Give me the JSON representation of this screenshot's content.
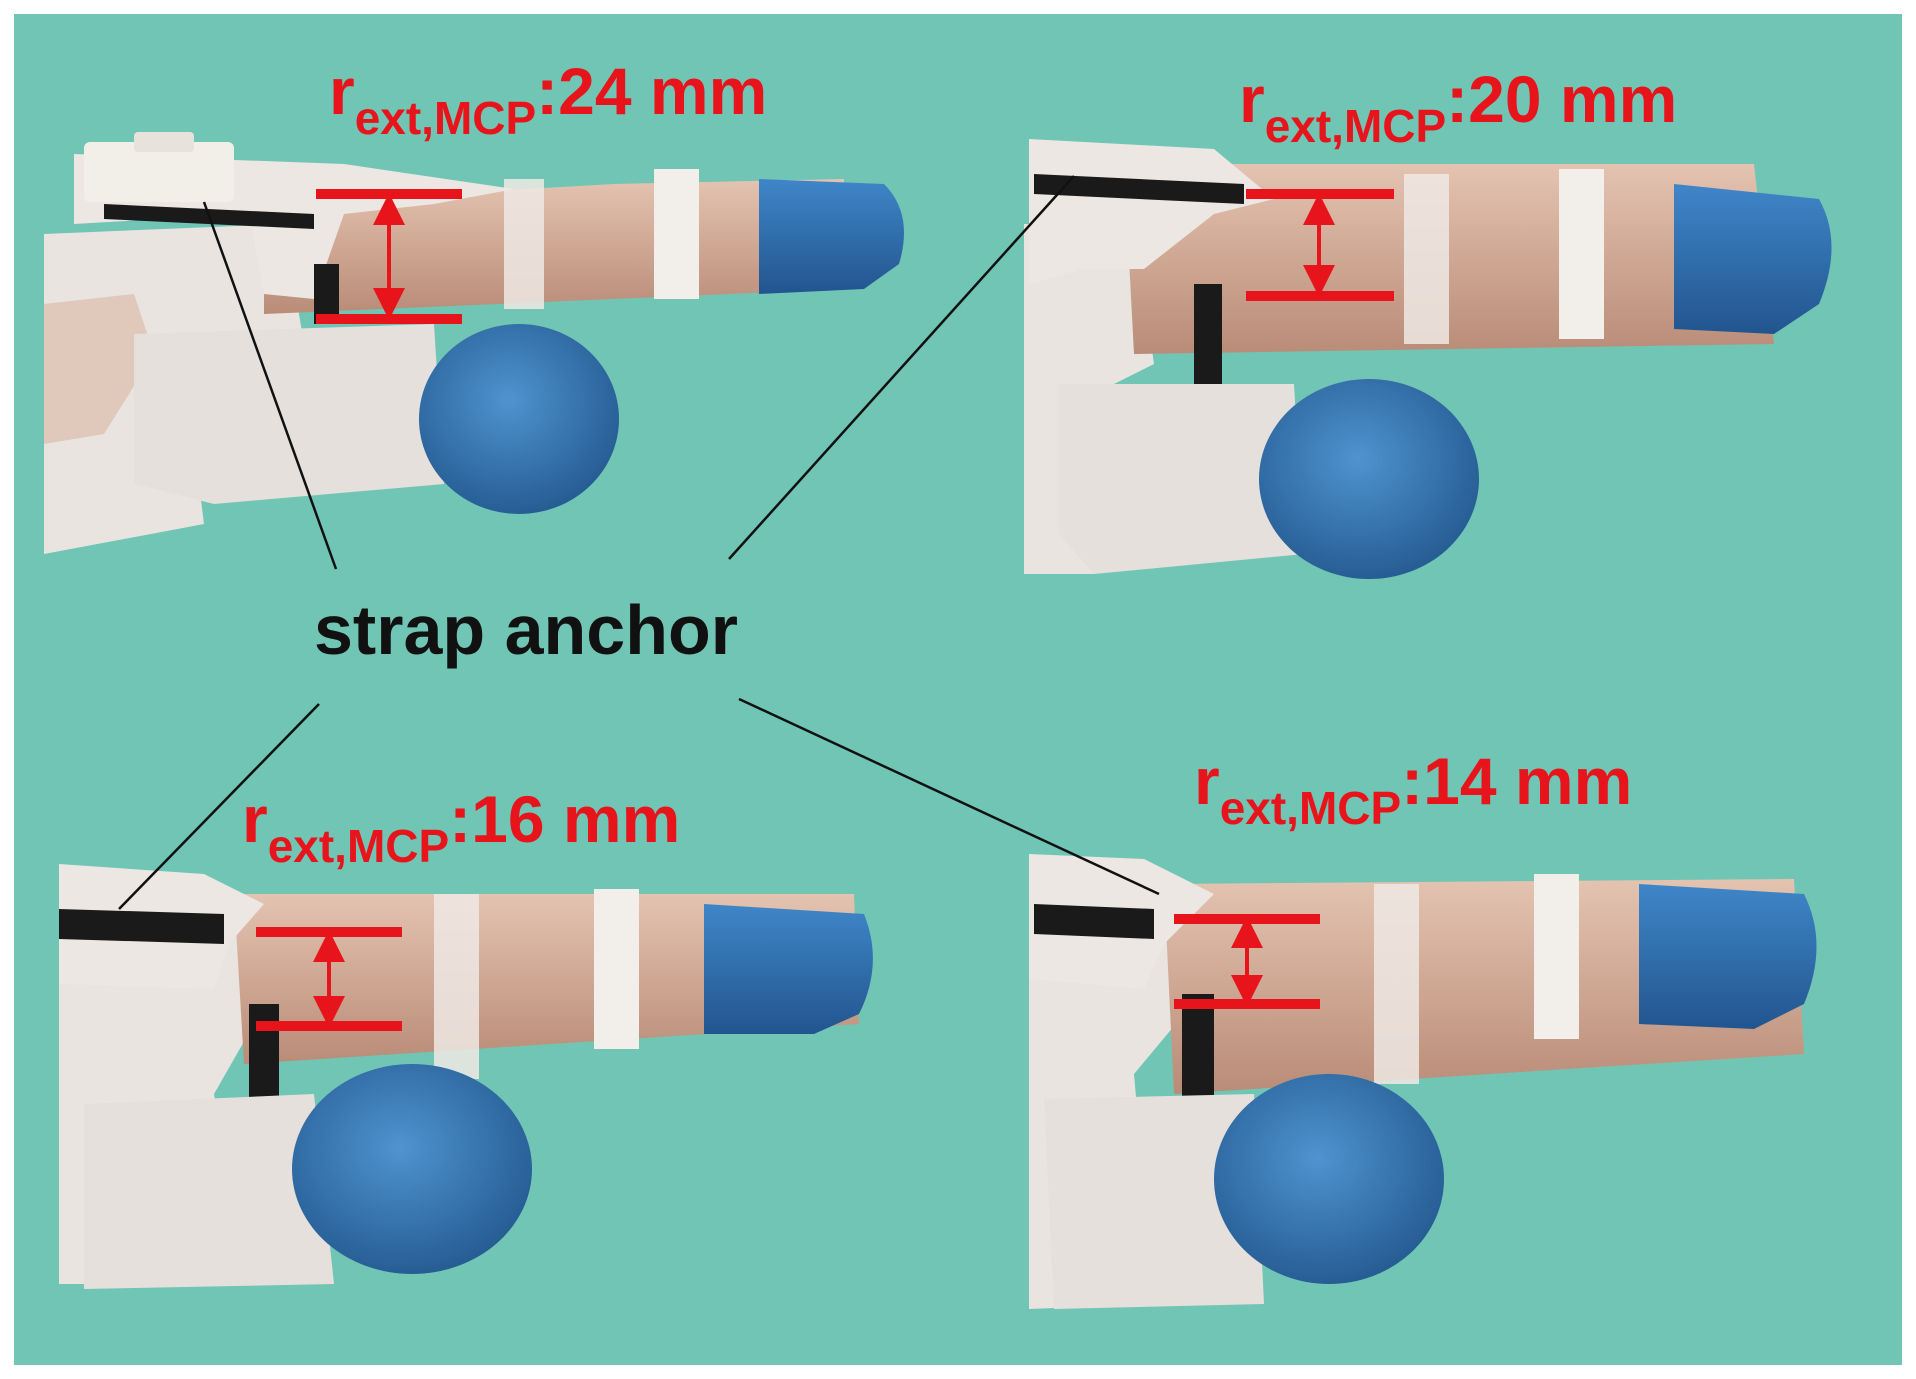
{
  "colors": {
    "background": "#70c5b5",
    "label_red": "#e8141c",
    "caption_black": "#111111",
    "skin": "#d6b09b",
    "exo_white": "#efeae6",
    "cap_blue": "#2f6fb2",
    "strap_black": "#1a1a1a"
  },
  "caption": {
    "text": "strap anchor"
  },
  "panels": [
    {
      "id": "top-left",
      "label": {
        "base": "r",
        "sub": "ext,MCP",
        "value": ":24 mm"
      }
    },
    {
      "id": "top-right",
      "label": {
        "base": "r",
        "sub": "ext,MCP",
        "value": ":20 mm"
      }
    },
    {
      "id": "bottom-left",
      "label": {
        "base": "r",
        "sub": "ext,MCP",
        "value": ":16 mm"
      }
    },
    {
      "id": "bottom-right",
      "label": {
        "base": "r",
        "sub": "ext,MCP",
        "value": ":14 mm"
      }
    }
  ],
  "icons": [
    "finger-exoskeleton-photo",
    "radius-measurement-arrow"
  ]
}
